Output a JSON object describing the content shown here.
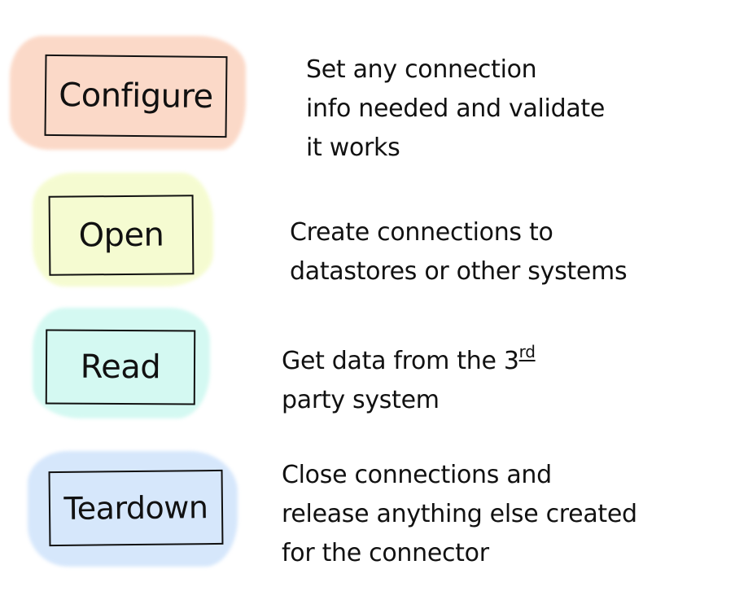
{
  "steps": [
    {
      "id": "configure",
      "label": "Configure",
      "color": "#fbd3bf",
      "description_lines": [
        "Set any connection",
        "info needed and validate",
        "it works"
      ]
    },
    {
      "id": "open",
      "label": "Open",
      "color": "#f4fbc9",
      "description_lines": [
        "Create connections to",
        "datastores or other systems"
      ]
    },
    {
      "id": "read",
      "label": "Read",
      "color": "#cdf8f0",
      "description_lines": [
        "Get data from the 3",
        "party system"
      ],
      "description_sup": "rd"
    },
    {
      "id": "teardown",
      "label": "Teardown",
      "color": "#cfe3fb",
      "description_lines": [
        "Close connections and",
        "release anything else created",
        "for the connector"
      ]
    }
  ]
}
